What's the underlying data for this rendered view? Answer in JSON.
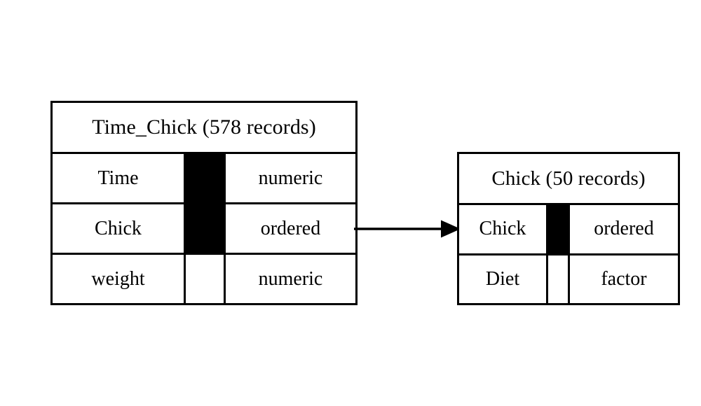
{
  "diagram": {
    "type": "entity-relationship-schema",
    "background_color": "#ffffff",
    "line_color": "#000000",
    "key_marker_color": "#000000",
    "entities": [
      {
        "id": "time-chick",
        "title": "Time_Chick (578 records)",
        "name": "Time_Chick",
        "record_count": "578 records",
        "fields": [
          {
            "name": "Time",
            "type": "numeric",
            "is_key": true
          },
          {
            "name": "Chick",
            "type": "ordered",
            "is_key": true
          },
          {
            "name": "weight",
            "type": "numeric",
            "is_key": false
          }
        ]
      },
      {
        "id": "chick",
        "title": "Chick (50 records)",
        "name": "Chick",
        "record_count": "50 records",
        "fields": [
          {
            "name": "Chick",
            "type": "ordered",
            "is_key": true
          },
          {
            "name": "Diet",
            "type": "factor",
            "is_key": false
          }
        ]
      }
    ],
    "relationships": [
      {
        "id": "time-chick-to-chick",
        "from_entity": "Time_Chick",
        "from_field": "Chick",
        "to_entity": "Chick",
        "to_field": "Chick",
        "arrow_style": "solid-line-filled-triangle",
        "direction": "left-to-right"
      }
    ]
  }
}
